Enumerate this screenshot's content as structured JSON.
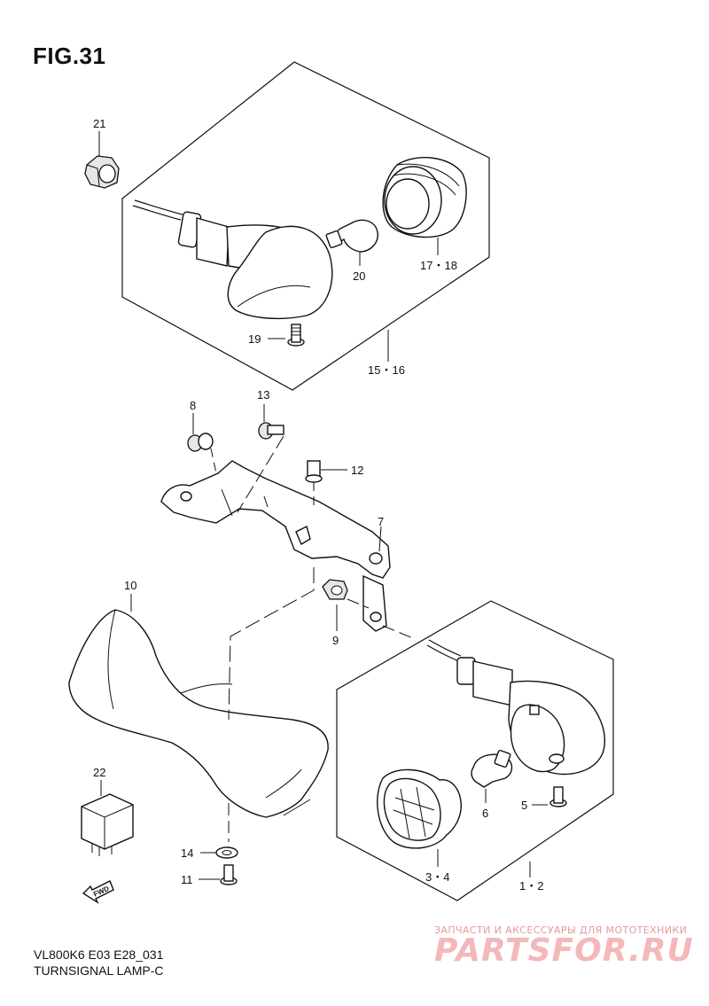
{
  "figure": {
    "title": "FIG.31",
    "model_code": "VL800K6 E03 E28_031",
    "section_name": "TURNSIGNAL LAMP-C"
  },
  "callouts": [
    {
      "id": "c21",
      "text": "21"
    },
    {
      "id": "c20",
      "text": "20"
    },
    {
      "id": "c1718",
      "text": "17・18"
    },
    {
      "id": "c19",
      "text": "19"
    },
    {
      "id": "c1516",
      "text": "15・16"
    },
    {
      "id": "c13",
      "text": "13"
    },
    {
      "id": "c8",
      "text": "8"
    },
    {
      "id": "c12",
      "text": "12"
    },
    {
      "id": "c7",
      "text": "7"
    },
    {
      "id": "c10",
      "text": "10"
    },
    {
      "id": "c9",
      "text": "9"
    },
    {
      "id": "c22",
      "text": "22"
    },
    {
      "id": "c6",
      "text": "6"
    },
    {
      "id": "c5",
      "text": "5"
    },
    {
      "id": "c14",
      "text": "14"
    },
    {
      "id": "c11",
      "text": "11"
    },
    {
      "id": "c34",
      "text": "3・4"
    },
    {
      "id": "c12b",
      "text": "1・2"
    }
  ],
  "fwd_label": "FWD",
  "watermark": {
    "tagline": "ЗАПЧАСТИ И АКСЕССУАРЫ ДЛЯ МОТОТЕХНИКИ",
    "logo": "PARTSFOR.RU"
  }
}
